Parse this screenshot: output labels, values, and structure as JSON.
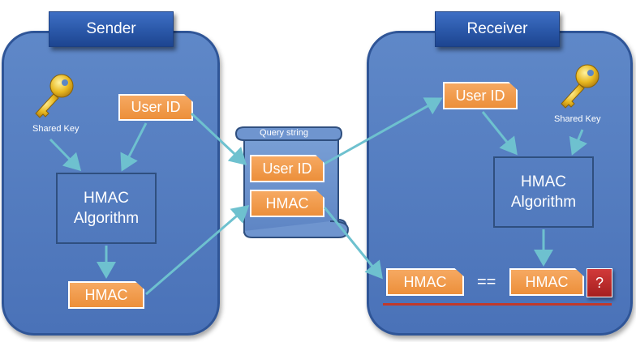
{
  "sender": {
    "title": "Sender",
    "shared_key_label": "Shared Key",
    "user_id_label": "User ID",
    "algorithm_line1": "HMAC",
    "algorithm_line2": "Algorithm",
    "hmac_label": "HMAC"
  },
  "query_string": {
    "title": "Query string",
    "user_id_label": "User ID",
    "hmac_label": "HMAC"
  },
  "receiver": {
    "title": "Receiver",
    "shared_key_label": "Shared Key",
    "user_id_label": "User ID",
    "algorithm_line1": "HMAC",
    "algorithm_line2": "Algorithm",
    "received_hmac_label": "HMAC",
    "equals_label": "==",
    "computed_hmac_label": "HMAC",
    "question_label": "?"
  },
  "colors": {
    "panel": "#4f7bc1",
    "tag": "#f0973f",
    "arrow": "#6ec1cf",
    "alert": "#b82626"
  },
  "icons": {
    "key": "key-icon",
    "scroll": "scroll-icon"
  }
}
